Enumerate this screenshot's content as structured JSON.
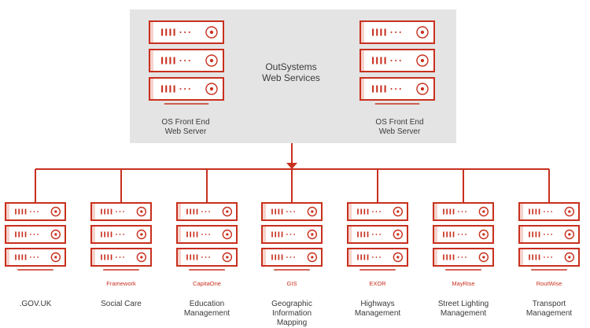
{
  "colors": {
    "stroke": "#c8301e",
    "panel": "#e4e4e4",
    "accent_fill": "#f6d3cc",
    "text": "#3a3a3a",
    "brand_text": "#c8301e"
  },
  "icons": [
    "server-rack-icon",
    "arrow-down-icon"
  ],
  "web_services": {
    "center_label": "OutSystems\nWeb Services",
    "servers": [
      {
        "label": "OS Front End\nWeb Server"
      },
      {
        "label": "OS Front End\nWeb Server"
      }
    ]
  },
  "systems": [
    {
      "brand": "",
      "name": ".GOV.UK"
    },
    {
      "brand": "Framework",
      "name": "Social Care"
    },
    {
      "brand": "CapitaOne",
      "name": "Education\nManagement"
    },
    {
      "brand": "GIS",
      "name": "Geographic\nInformation\nMapping"
    },
    {
      "brand": "EXOR",
      "name": "Highways\nManagement"
    },
    {
      "brand": "MayRise",
      "name": "Street Lighting\nManagement"
    },
    {
      "brand": "RoutWise",
      "name": "Transport\nManagement"
    }
  ]
}
